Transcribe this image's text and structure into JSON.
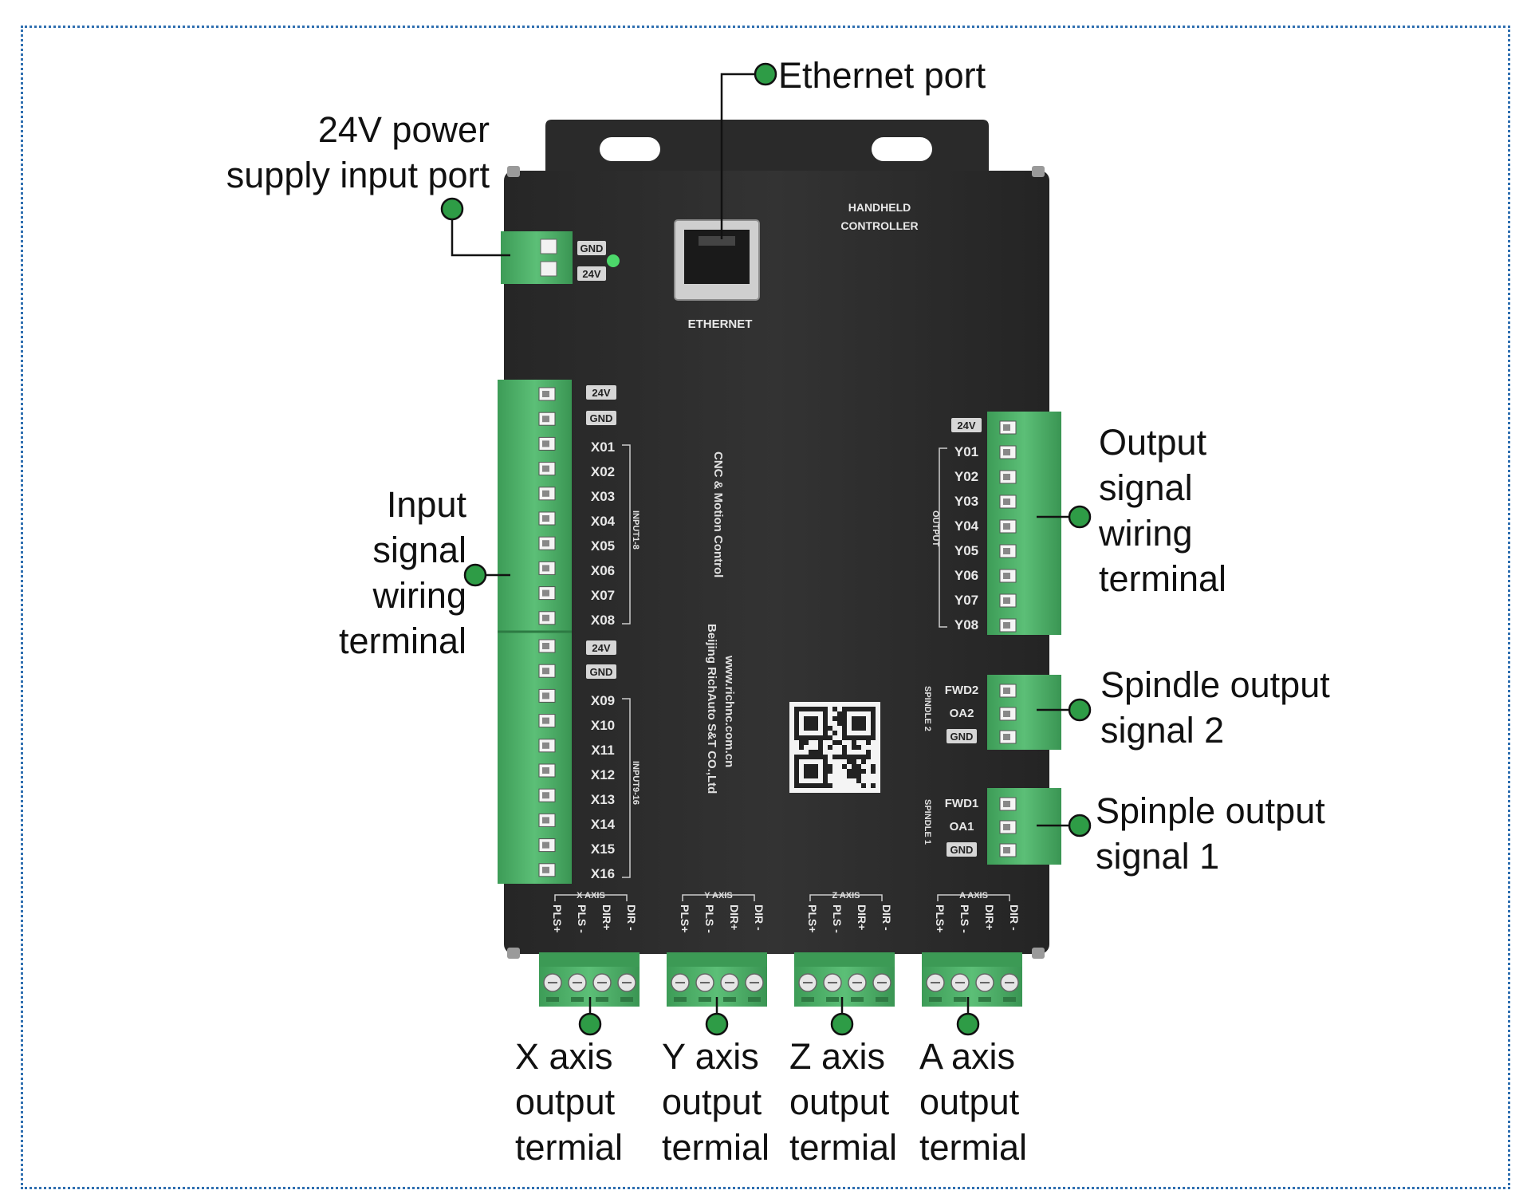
{
  "callouts": {
    "ethernet": [
      "Ethernet port"
    ],
    "power": [
      "24V power",
      "supply input port"
    ],
    "input": [
      "Input",
      "signal",
      "wiring",
      "terminal"
    ],
    "output": [
      "Output",
      "signal",
      "wiring",
      "terminal"
    ],
    "spindle2": [
      "Spindle output",
      "signal 2"
    ],
    "spindle1": [
      "Spinple output",
      "signal 1"
    ],
    "xaxis": [
      "X axis",
      "output",
      "termial"
    ],
    "yaxis": [
      "Y axis",
      "output",
      "termial"
    ],
    "zaxis": [
      "Z axis",
      "output",
      "termial"
    ],
    "aaxis": [
      "A axis",
      "output",
      "termial"
    ]
  },
  "board": {
    "handheld": [
      "HANDHELD",
      "CONTROLLER"
    ],
    "ethernet_label": "ETHERNET",
    "power_labels": [
      "GND",
      "24V"
    ],
    "input1_top": [
      "24V",
      "GND"
    ],
    "input1": [
      "X01",
      "X02",
      "X03",
      "X04",
      "X05",
      "X06",
      "X07",
      "X08"
    ],
    "input1_group": "INPUT1-8",
    "input2_top": [
      "24V",
      "GND"
    ],
    "input2": [
      "X09",
      "X10",
      "X11",
      "X12",
      "X13",
      "X14",
      "X15",
      "X16"
    ],
    "input2_group": "INPUT9-16",
    "output_top": "24V",
    "output": [
      "Y01",
      "Y02",
      "Y03",
      "Y04",
      "Y05",
      "Y06",
      "Y07",
      "Y08"
    ],
    "output_group": "OUTPUT",
    "spindle2_labels": [
      "FWD2",
      "OA2",
      "GND"
    ],
    "spindle2_group": "SPINDLE 2",
    "spindle1_labels": [
      "FWD1",
      "OA1",
      "GND"
    ],
    "spindle1_group": "SPINDLE 1",
    "axis_groups": [
      "X AXIS",
      "Y AXIS",
      "Z AXIS",
      "A AXIS"
    ],
    "axis_pins": [
      "PLS+",
      "PLS -",
      "DIR+",
      "DIR -"
    ],
    "brand_lines": [
      "CNC & Motion Control",
      "www.richnc.com.cn",
      "Beijing RichAuto S&T CO.,Ltd"
    ]
  },
  "colors": {
    "terminal_green": "#3fa55e",
    "marker_green": "#2e9c46",
    "board_dark": "#2b2b2b",
    "frame_blue": "#2f6fb0"
  }
}
